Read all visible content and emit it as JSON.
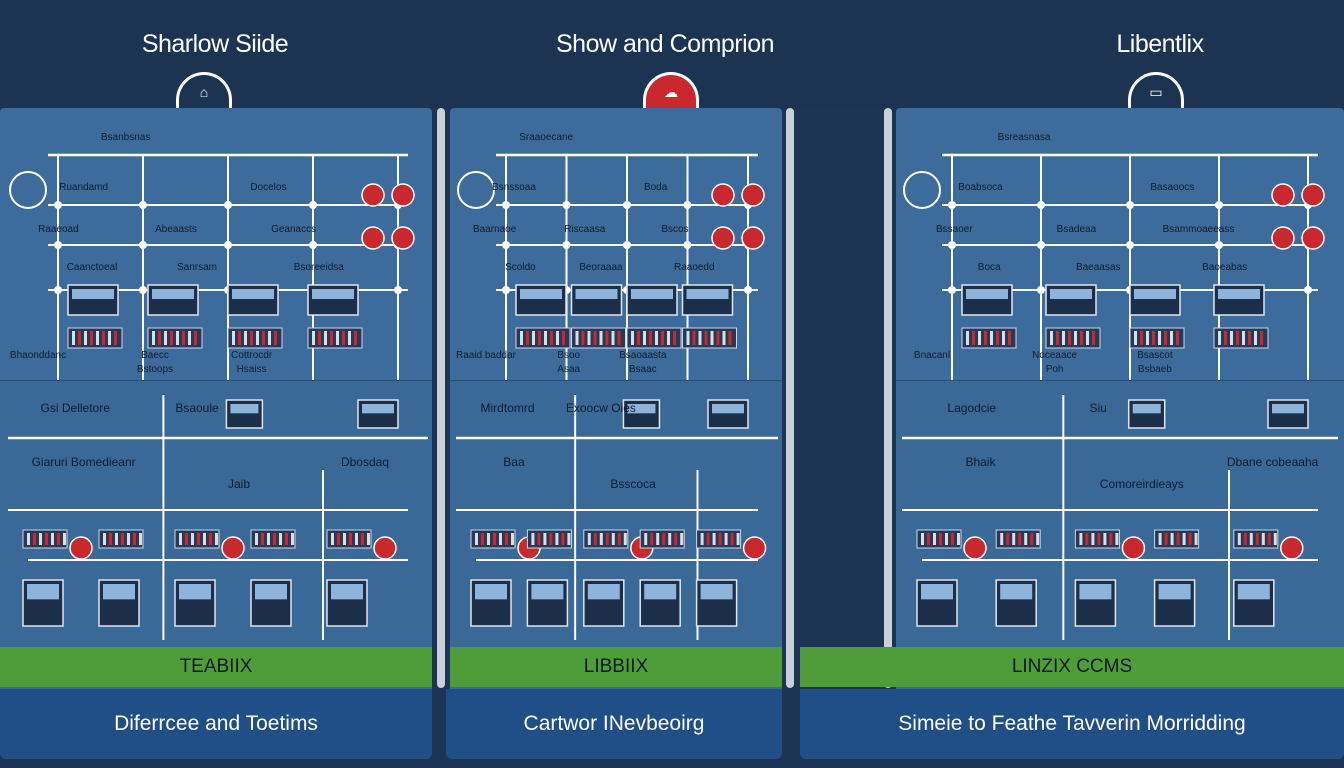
{
  "columns": [
    {
      "title": "Sharlow Siide",
      "green_label": "TEABIIX",
      "footer_label": "Diferrcee and Toetims",
      "section_labels": {
        "top_left": "Bsanbsnas",
        "upper_1": "Ruandamd",
        "upper_2": "Docelos",
        "mid_1": "Raaeoad",
        "mid_2": "Abeaasts",
        "mid_3": "Geanaccs",
        "row_1": "Caanctoeal",
        "row_2": "Sanrsam",
        "row_3": "Bsoreeidsa",
        "bottom_1": "Bhaonddanc",
        "bottom_2": "Baecc",
        "bottom_3": "Cottrocdr",
        "bottom_4": "Bstoops",
        "bottom_5": "Hsaiss",
        "lower_1": "Gsi Delletore",
        "lower_2": "Bsaoule",
        "lower_3": "Giaruri Bomedieanr",
        "lower_4": "Jaib",
        "lower_5": "Dbosdaq"
      }
    },
    {
      "title": "Show and Comprion",
      "green_label": "LIBBIIX",
      "footer_label": "Cartwor INevbeoirg",
      "section_labels": {
        "top_left": "Sraaoecane",
        "upper_1": "Bsnssoaa",
        "upper_2": "Boda",
        "mid_1": "Baarnaoe",
        "mid_2": "Riscaasa",
        "mid_3": "Bscos",
        "row_1": "Scoldo",
        "row_2": "Beoraaaa",
        "row_3": "Raaoedd",
        "bottom_1": "Raaid baddar",
        "bottom_2": "Bsoo",
        "bottom_3": "Bsaoaasta",
        "bottom_4": "Asaa",
        "bottom_5": "Bsaac",
        "lower_1": "Mirdtomrd",
        "lower_2": "Exoocw Oies",
        "lower_3": "Baa",
        "lower_4": "Bsscoca"
      }
    },
    {
      "title": "Libentlix",
      "green_label": "LINZIX CCMS",
      "footer_label": "Simeie to Feathe Tavverin Morridding",
      "section_labels": {
        "top_left": "Bsreasnasa",
        "upper_1": "Boabsoca",
        "upper_2": "Basaoocs",
        "mid_1": "Bssaoer",
        "mid_2": "Bsadeaa",
        "mid_3": "Bsammoaeeass",
        "row_1": "Boca",
        "row_2": "Baeaasas",
        "row_3": "Baoeabas",
        "bottom_1": "Bnacanl",
        "bottom_2": "Noceaace",
        "bottom_3": "Bsascot",
        "bottom_4": "Poh",
        "bottom_5": "Bsbaeb",
        "lower_1": "Lagodcie",
        "lower_2": "Siu",
        "lower_3": "Bhaik",
        "lower_4": "Comoreirdieays",
        "lower_5": "Dbane cobeaaha"
      }
    }
  ],
  "icons": [
    "globe-icon",
    "router-icon",
    "server-icon",
    "laptop-icon",
    "monitor-icon",
    "cloud-icon",
    "lock-icon",
    "switch-icon",
    "database-icon",
    "printer-icon"
  ],
  "colors": {
    "background": "#1d3454",
    "panel": "#3d6c9c",
    "green_bar": "#4f9c3a",
    "footer": "#1f4f86",
    "accent_red": "#c8282e",
    "line": "#ffffff"
  }
}
